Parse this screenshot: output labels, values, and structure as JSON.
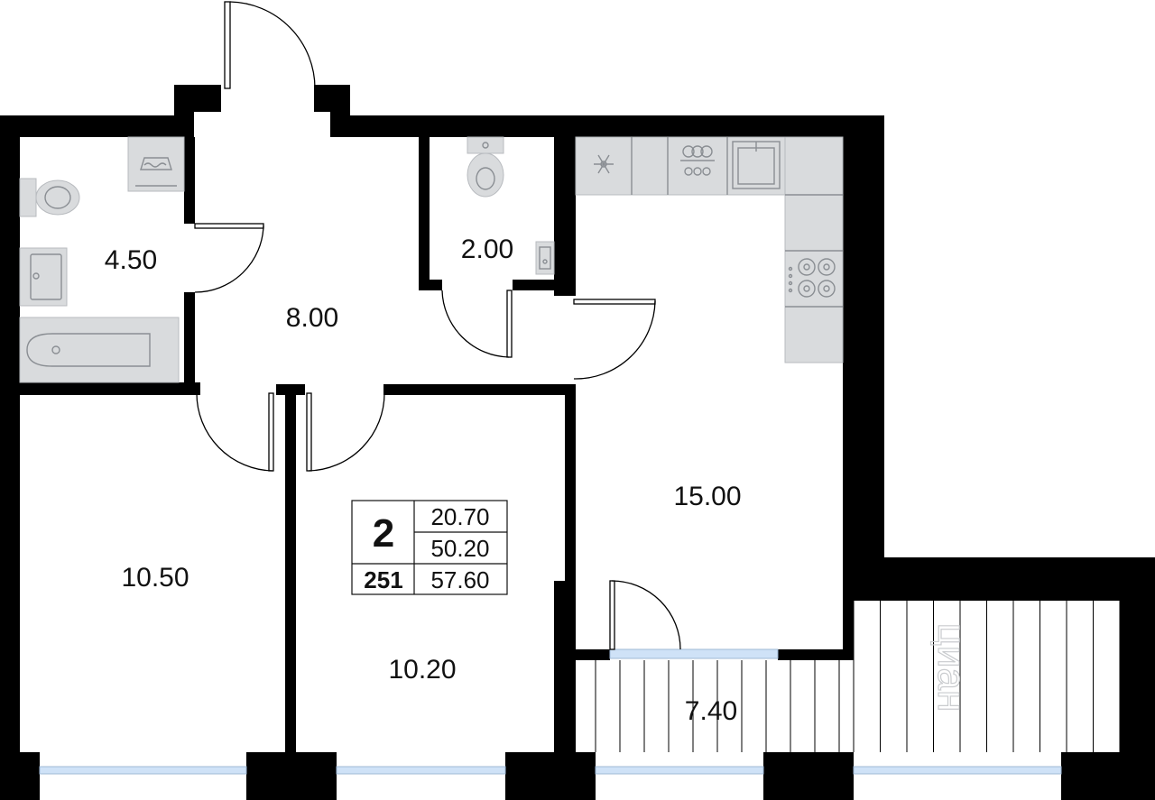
{
  "plan": {
    "rooms": {
      "bathroom": "4.50",
      "hallway": "8.00",
      "toilet": "2.00",
      "kitchen": "15.00",
      "bedroom_left": "10.50",
      "bedroom_mid": "10.20",
      "balcony": "7.40"
    },
    "info": {
      "rooms_count": "2",
      "apartment_number": "251",
      "living_area": "20.70",
      "total_area": "50.20",
      "area_with_balcony": "57.60"
    },
    "watermark": "циан",
    "colors": {
      "wall": "#000000",
      "fixture": "#d9dbdd",
      "window": "#cfe2f7"
    },
    "icons": [
      "snowflake-icon",
      "stove-burners-icon",
      "sink-icon",
      "toilet-icon",
      "bathtub-icon",
      "washbasin-icon",
      "washing-machine-icon"
    ]
  }
}
